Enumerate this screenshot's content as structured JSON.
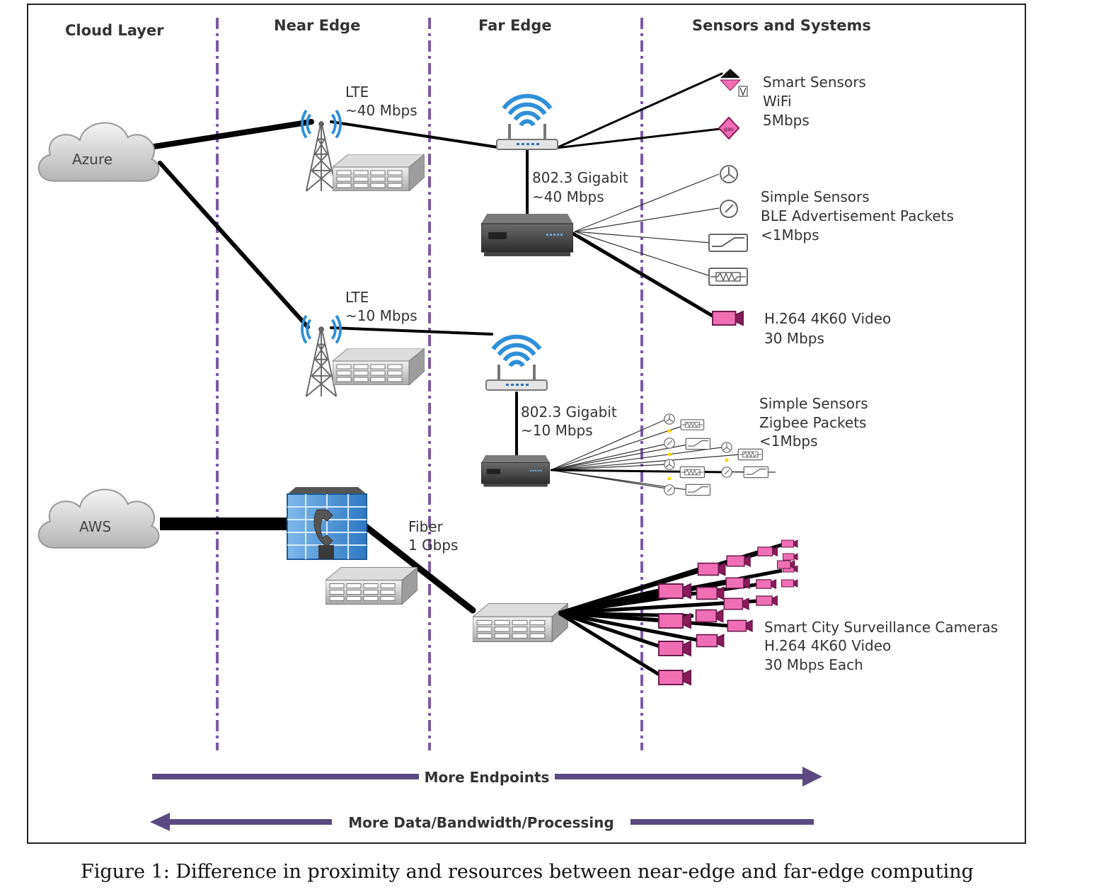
{
  "columns": {
    "cloud": "Cloud Layer",
    "near_edge": "Near Edge",
    "far_edge": "Far Edge",
    "sensors": "Sensors and Systems"
  },
  "clouds": {
    "azure": "Azure",
    "aws": "AWS"
  },
  "links": {
    "lte_top": [
      "LTE",
      "~40 Mbps"
    ],
    "lte_bottom": [
      "LTE",
      "~10 Mbps"
    ],
    "gigabit_top": [
      "802.3 Gigabit",
      "~40 Mbps"
    ],
    "gigabit_bottom": [
      "802.3 Gigabit",
      "~10 Mbps"
    ],
    "fiber": [
      "Fiber",
      "1 Gbps"
    ]
  },
  "sensor_groups": {
    "smart_sensors": [
      "Smart Sensors",
      "WiFi",
      "5Mbps"
    ],
    "ble_sensors": [
      "Simple Sensors",
      "BLE Advertisement Packets",
      "<1Mbps"
    ],
    "video": [
      "H.264 4K60 Video",
      "30 Mbps"
    ],
    "zigbee_sensors": [
      "Simple Sensors",
      "Zigbee Packets",
      "<1Mbps"
    ],
    "cameras": [
      "Smart City Surveillance Cameras",
      "H.264 4K60 Video",
      "30 Mbps Each"
    ]
  },
  "gas_icon_label": "gas",
  "arrows": {
    "right": "More Endpoints",
    "left": "More Data/Bandwidth/Processing"
  },
  "caption": "Figure 1: Difference in proximity and resources between near-edge and far-edge computing",
  "colors": {
    "divider": "#7b5aa6",
    "arrow": "#5b4a82",
    "camera_pink": "#f06fb4",
    "wifi_blue": "#2f8fd8"
  }
}
